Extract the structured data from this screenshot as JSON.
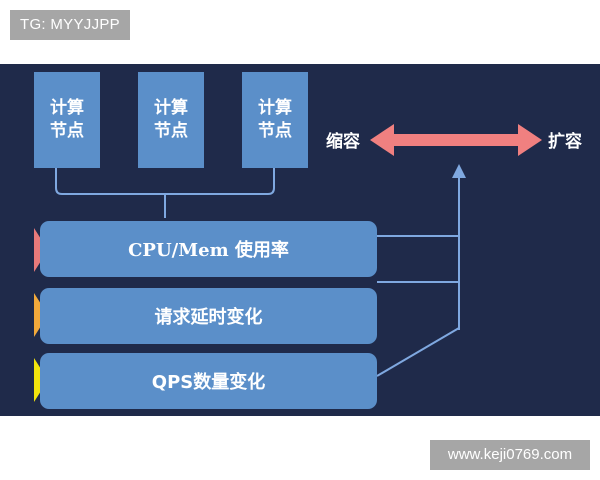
{
  "header_tag": "TG: MYYJJPP",
  "watermark": "www.keji0769.com",
  "diagram": {
    "nodes": [
      {
        "line1": "计算",
        "line2": "节点"
      },
      {
        "line1": "计算",
        "line2": "节点"
      },
      {
        "line1": "计算",
        "line2": "节点"
      }
    ],
    "scale_in_label": "缩容",
    "scale_out_label": "扩容",
    "metrics": [
      {
        "label": "CPU/Mem 使用率",
        "flag_color": "#e87a7a"
      },
      {
        "label": "请求延时变化",
        "flag_color": "#f2a93b"
      },
      {
        "label": "QPS数量变化",
        "flag_color": "#f2e40d"
      }
    ],
    "colors": {
      "background": "#1f2a4a",
      "box": "#5b8fc9",
      "arrow": "#f08080",
      "connector": "#7fa8e0"
    }
  }
}
